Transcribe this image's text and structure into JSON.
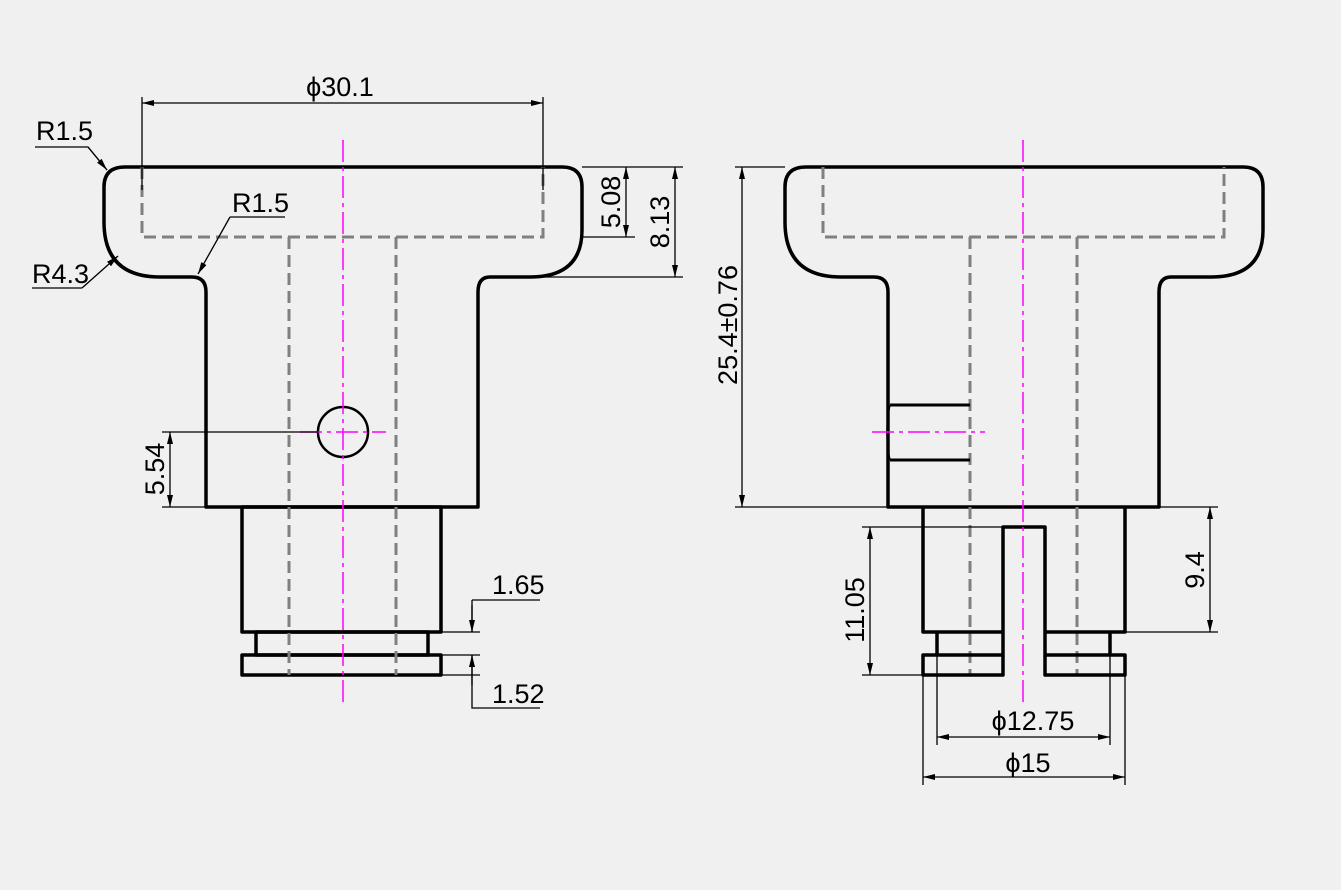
{
  "colors": {
    "background": "#f0f0f0",
    "object": "#000000",
    "hidden": "#808080",
    "centerline": "#ff00ff"
  },
  "front_view": {
    "dia_top": "ϕ30.1",
    "radius_top_corner": "R1.5",
    "radius_fillet": "R1.5",
    "radius_bottom_corner": "R4.3",
    "cap_recess_depth": "5.08",
    "cap_height": "8.13",
    "hole_height": "5.54",
    "groove_width": "1.65",
    "flange_thickness": "1.52"
  },
  "side_view": {
    "overall_height": "25.4±0.76",
    "slot_depth": "11.05",
    "stem_height": "9.4",
    "dia_groove": "ϕ12.75",
    "dia_stem": "ϕ15"
  }
}
